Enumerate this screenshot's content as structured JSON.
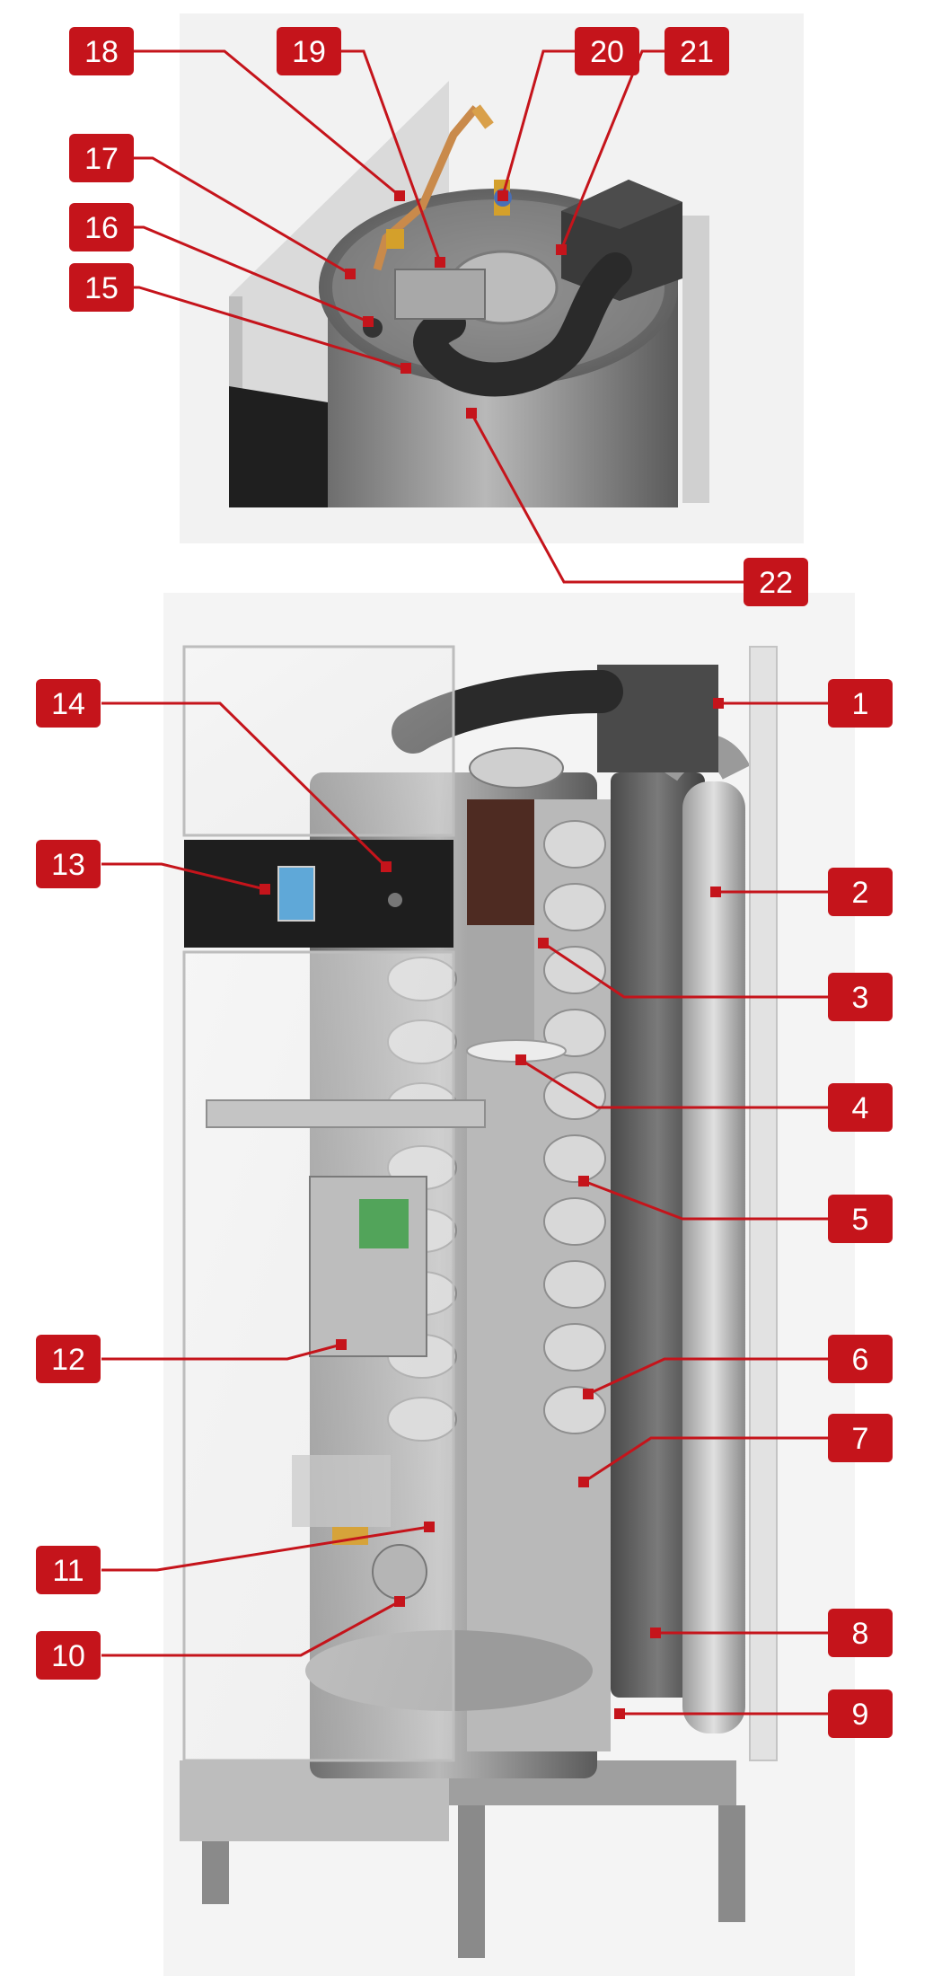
{
  "colors": {
    "callout": "#c5141b",
    "panel_background": "#f2f2f2",
    "steel_light": "#d6d6d6",
    "steel_mid": "#a3a3a3",
    "steel_dark": "#5a5a5a",
    "control_panel": "#1e1e1e",
    "screen": "#5fa8d8"
  },
  "callouts": {
    "c1": "1",
    "c2": "2",
    "c3": "3",
    "c4": "4",
    "c5": "5",
    "c6": "6",
    "c7": "7",
    "c8": "8",
    "c9": "9",
    "c10": "10",
    "c11": "11",
    "c12": "12",
    "c13": "13",
    "c14": "14",
    "c15": "15",
    "c16": "16",
    "c17": "17",
    "c18": "18",
    "c19": "19",
    "c20": "20",
    "c21": "21",
    "c22": "22"
  }
}
